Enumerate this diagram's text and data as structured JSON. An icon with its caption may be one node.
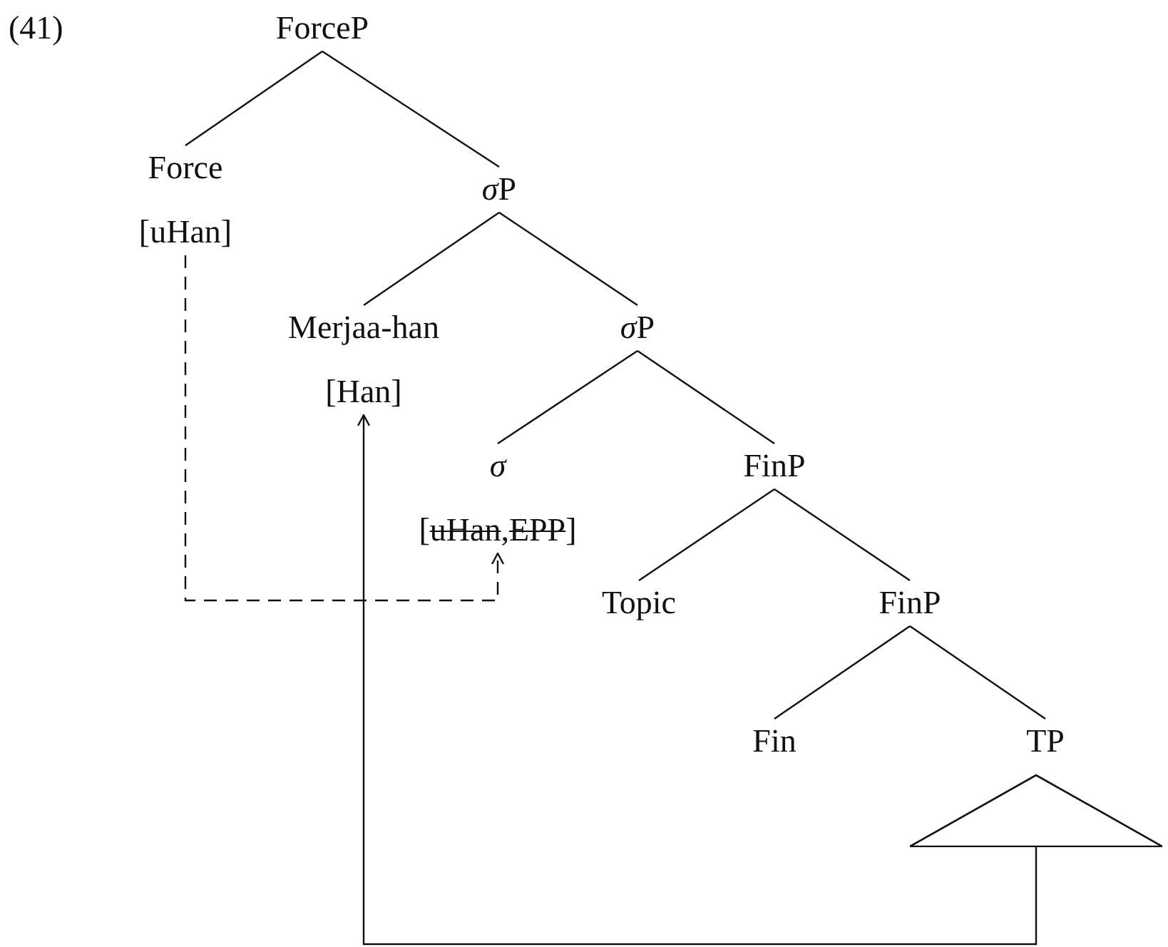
{
  "diagram": {
    "nodes": [
      {
        "text": [
          "ForceP"
        ]
      },
      {
        "text": [
          "Force",
          "[uHan]"
        ]
      },
      {
        "text": [
          "σP"
        ]
      },
      {
        "text": [
          "Merjaa-han",
          "[Han]"
        ]
      },
      {
        "text": [
          "σP"
        ]
      },
      {
        "text": [
          "σ",
          "[uHan,EPP]"
        ]
      },
      {
        "text": [
          "FinP"
        ]
      },
      {
        "text": [
          "Topic"
        ]
      },
      {
        "text": [
          "FinP"
        ]
      },
      {
        "text": [
          "Fin"
        ]
      },
      {
        "text": [
          "TP"
        ]
      },
      {
        "text": [],
        "shape": "triangle"
      }
    ],
    "edges": [
      {
        "from": 0,
        "to": 1,
        "arrow": "none"
      },
      {
        "from": 0,
        "to": 2,
        "arrow": "none"
      },
      {
        "from": 2,
        "to": 3,
        "arrow": "none"
      },
      {
        "from": 2,
        "to": 4,
        "arrow": "none"
      },
      {
        "from": 4,
        "to": 5,
        "arrow": "none"
      },
      {
        "from": 4,
        "to": 6,
        "arrow": "none"
      },
      {
        "from": 6,
        "to": 7,
        "arrow": "none"
      },
      {
        "from": 6,
        "to": 8,
        "arrow": "none"
      },
      {
        "from": 8,
        "to": 9,
        "arrow": "none"
      },
      {
        "from": 8,
        "to": 10,
        "arrow": "none"
      },
      {
        "from": 1,
        "to": 5,
        "arrow": "to",
        "style": "dashed"
      },
      {
        "from": 11,
        "to": 3,
        "arrow": "to"
      }
    ],
    "labels": [
      "(41)"
    ]
  }
}
